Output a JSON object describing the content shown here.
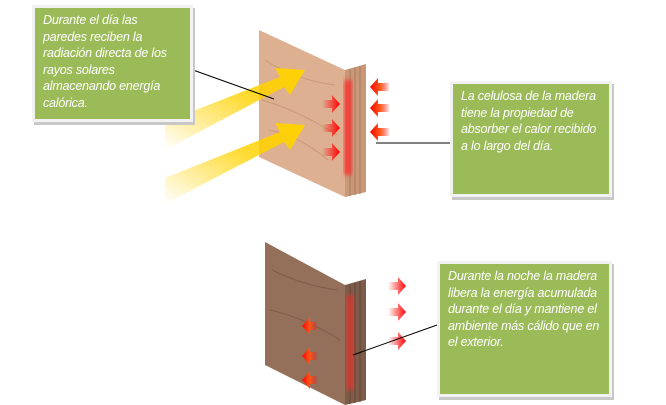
{
  "callouts": {
    "day_walls": "Durante el día las paredes reciben la radiación directa de los rayos solares almacenando energía calórica.",
    "cellulose": "La celulosa de la madera tiene la propiedad de absorber el calor recibido a lo largo del día.",
    "night": "Durante la noche la madera  libera la energía acumulada durante el día y mantiene el ambiente más cálido que en el exterior."
  },
  "colors": {
    "box": "#9bbb59",
    "wood_day": "#d9a98a",
    "wood_night": "#94705a",
    "sun": "#ffd200",
    "heat": "#ff1a1a"
  }
}
